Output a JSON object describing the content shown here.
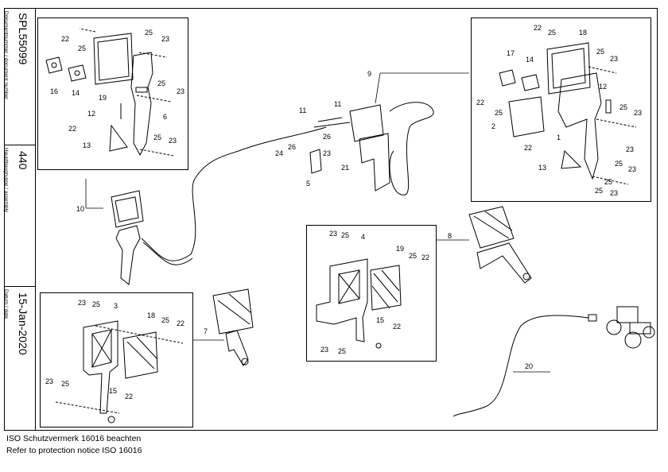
{
  "titleblock": {
    "document_number_label": "Dokumentnummer / document number",
    "document_number": "SPL55099",
    "assembly_label": "Hauptbaugruppe / assembly",
    "assembly": "440",
    "date_label": "Datum / date",
    "date": "15-Jan-2020"
  },
  "footer": {
    "line1": "ISO Schutzvermerk 16016 beachten",
    "line2": "Refer to protection notice ISO 16016"
  },
  "callouts": {
    "c1": "1",
    "c2": "2",
    "c3": "3",
    "c4": "4",
    "c5": "5",
    "c6": "6",
    "c7": "7",
    "c8": "8",
    "c9": "9",
    "c10": "10",
    "c11": "11",
    "c12": "12",
    "c13": "13",
    "c14": "14",
    "c15": "15",
    "c16": "16",
    "c17": "17",
    "c18": "18",
    "c19": "19",
    "c20": "20",
    "c21": "21",
    "c22": "22",
    "c23": "23",
    "c24": "24",
    "c25": "25",
    "c26": "26"
  }
}
